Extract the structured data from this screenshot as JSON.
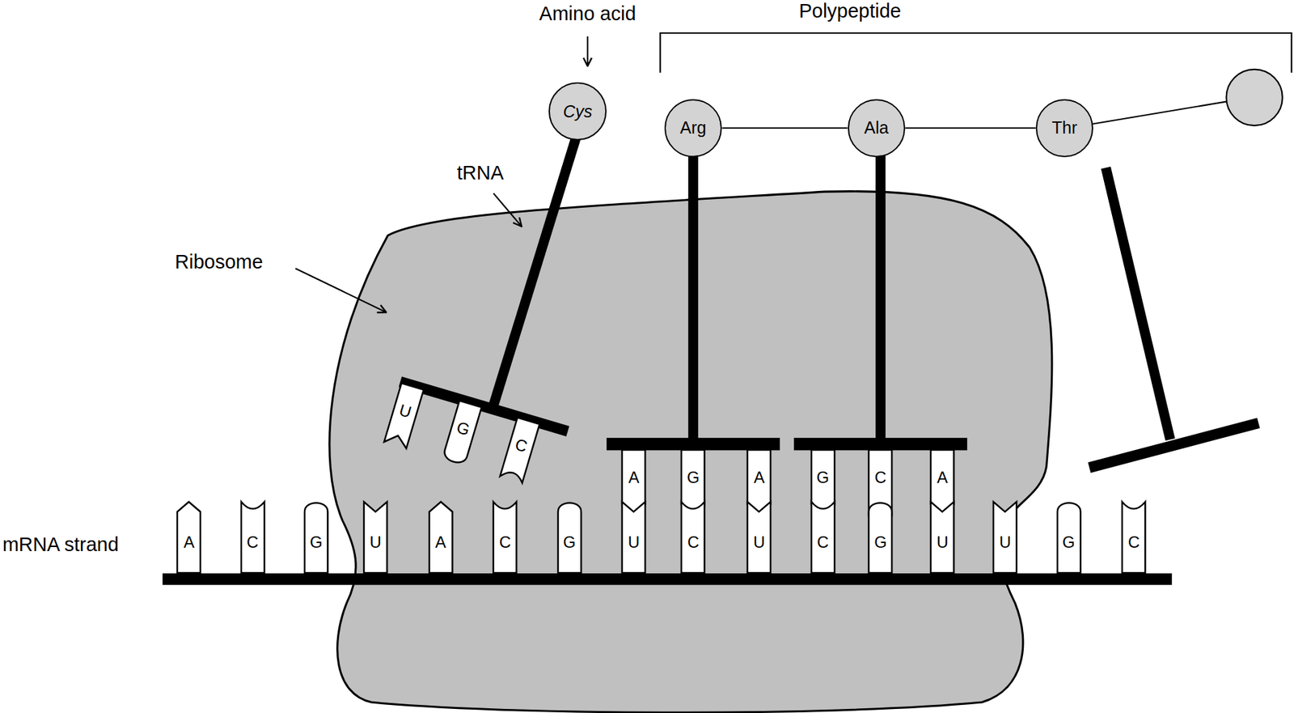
{
  "diagram": {
    "nodes": [
      {
        "text": [
          "Cys"
        ]
      },
      {
        "text": [
          "Arg"
        ]
      },
      {
        "text": [
          "Ala"
        ]
      },
      {
        "text": [
          "Thr"
        ]
      },
      {
        "text": [
          "U"
        ]
      },
      {
        "text": [
          "G"
        ]
      },
      {
        "text": [
          "C"
        ]
      },
      {
        "text": [
          "A"
        ]
      },
      {
        "text": [
          "G"
        ]
      },
      {
        "text": [
          "A"
        ]
      },
      {
        "text": [
          "G"
        ]
      },
      {
        "text": [
          "C"
        ]
      },
      {
        "text": [
          "A"
        ]
      },
      {
        "text": [
          "A"
        ]
      },
      {
        "text": [
          "C"
        ]
      },
      {
        "text": [
          "G"
        ]
      },
      {
        "text": [
          "U"
        ]
      },
      {
        "text": [
          "A"
        ]
      },
      {
        "text": [
          "C"
        ]
      },
      {
        "text": [
          "G"
        ]
      },
      {
        "text": [
          "U"
        ]
      },
      {
        "text": [
          "C"
        ]
      },
      {
        "text": [
          "U"
        ]
      },
      {
        "text": [
          "C"
        ]
      },
      {
        "text": [
          "G"
        ]
      },
      {
        "text": [
          "U"
        ]
      },
      {
        "text": [
          "U"
        ]
      },
      {
        "text": [
          "G"
        ]
      },
      {
        "text": [
          "C"
        ]
      }
    ],
    "edges": [
      {
        "from": 1,
        "to": 2,
        "arrow": "none"
      },
      {
        "from": 2,
        "to": 3,
        "arrow": "none"
      }
    ],
    "labels": [
      "Amino acid",
      "Polypeptide",
      "tRNA",
      "Ribosome",
      "mRNA strand"
    ]
  }
}
